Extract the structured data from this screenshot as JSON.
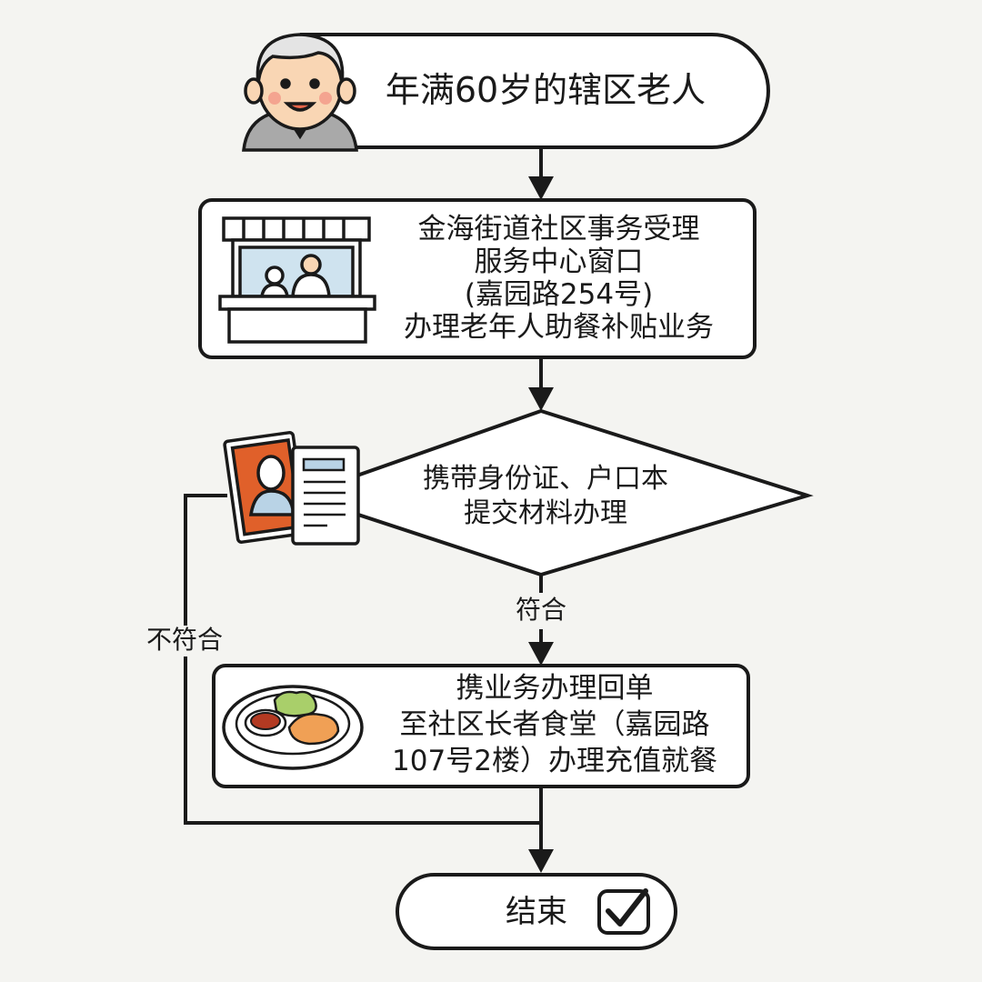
{
  "start": {
    "label": "年满60岁的辖区老人",
    "icon": "elderly-person-icon"
  },
  "step1": {
    "lines": [
      "金海街道社区事务受理",
      "服务中心窗口",
      "(嘉园路254号)",
      "办理老年人助餐补贴业务"
    ],
    "icon": "service-window-icon"
  },
  "decision": {
    "lines": [
      "携带身份证、户口本",
      "提交材料办理"
    ],
    "icon": "id-documents-icon"
  },
  "branch_yes": "符合",
  "branch_no": "不符合",
  "step2": {
    "lines": [
      "携业务办理回单",
      "至社区长者食堂（嘉园路",
      "107号2楼）办理充值就餐"
    ],
    "icon": "meal-plate-icon"
  },
  "end": {
    "label": "结束",
    "icon": "checkbox-check-icon"
  },
  "colors": {
    "stroke": "#1a1a1a",
    "background": "#f4f4f1",
    "accent_orange": "#e0602a",
    "window_blue": "#cfe3ef"
  }
}
